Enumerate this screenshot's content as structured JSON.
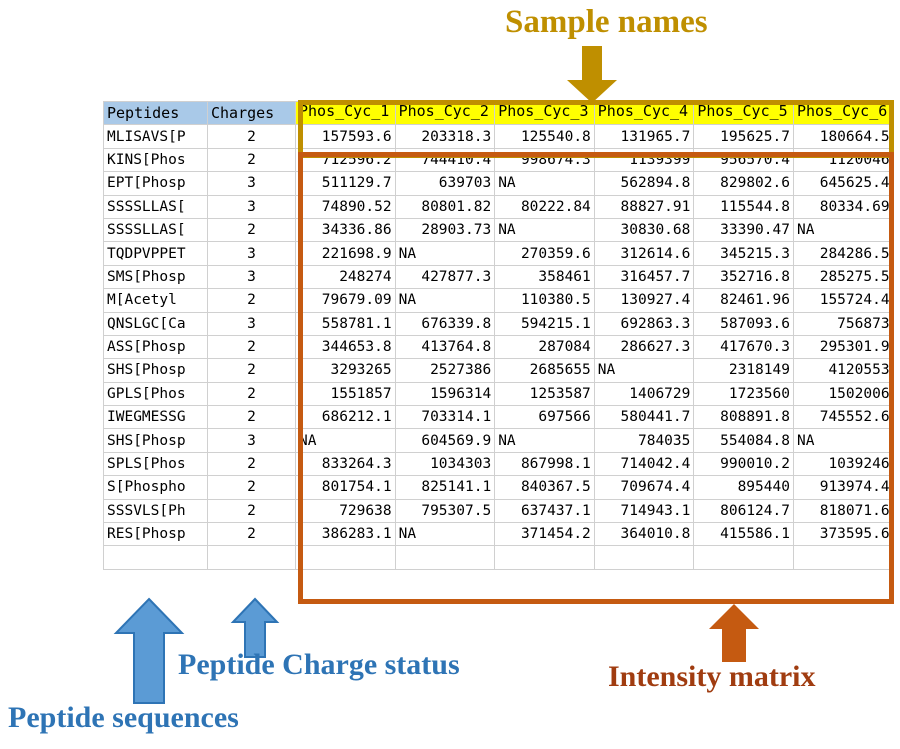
{
  "annotations": {
    "sample_names": {
      "label": "Sample names",
      "color": "#bf8f00"
    },
    "peptide_charge_status": {
      "label": "Peptide Charge status",
      "color": "#2e74b5"
    },
    "peptide_sequences": {
      "label": "Peptide sequences",
      "color": "#2e74b5"
    },
    "intensity_matrix": {
      "label": "Intensity matrix",
      "color": "#c55a11"
    }
  },
  "table": {
    "headers": {
      "peptides": "Peptides",
      "charges": "Charges",
      "samples": [
        "Phos_Cyc_1",
        "Phos_Cyc_2",
        "Phos_Cyc_3",
        "Phos_Cyc_4",
        "Phos_Cyc_5",
        "Phos_Cyc_6"
      ]
    },
    "header_colors": {
      "meta_background": "#a9c9e8",
      "sample_background": "#ffff00"
    },
    "rows": [
      {
        "peptide": "MLISAVS[P",
        "charge": "2",
        "intensities": [
          "157593.6",
          "203318.3",
          "125540.8",
          "131965.7",
          "195625.7",
          "180664.5"
        ]
      },
      {
        "peptide": "KINS[Phos",
        "charge": "2",
        "intensities": [
          "712596.2",
          "744410.4",
          "998674.3",
          "1139399",
          "956570.4",
          "1120046"
        ]
      },
      {
        "peptide": "EPT[Phosp",
        "charge": "3",
        "intensities": [
          "511129.7",
          "639703",
          "NA",
          "562894.8",
          "829802.6",
          "645625.4"
        ]
      },
      {
        "peptide": "SSSSLLAS[",
        "charge": "3",
        "intensities": [
          "74890.52",
          "80801.82",
          "80222.84",
          "88827.91",
          "115544.8",
          "80334.69"
        ]
      },
      {
        "peptide": "SSSSLLAS[",
        "charge": "2",
        "intensities": [
          "34336.86",
          "28903.73",
          "NA",
          "30830.68",
          "33390.47",
          "NA"
        ]
      },
      {
        "peptide": "TQDPVPPET",
        "charge": "3",
        "intensities": [
          "221698.9",
          "NA",
          "270359.6",
          "312614.6",
          "345215.3",
          "284286.5"
        ]
      },
      {
        "peptide": "SMS[Phosp",
        "charge": "3",
        "intensities": [
          "248274",
          "427877.3",
          "358461",
          "316457.7",
          "352716.8",
          "285275.5"
        ]
      },
      {
        "peptide": "M[Acetyl",
        "charge": "2",
        "intensities": [
          "79679.09",
          "NA",
          "110380.5",
          "130927.4",
          "82461.96",
          "155724.4"
        ]
      },
      {
        "peptide": "QNSLGC[Ca",
        "charge": "3",
        "intensities": [
          "558781.1",
          "676339.8",
          "594215.1",
          "692863.3",
          "587093.6",
          "756873"
        ]
      },
      {
        "peptide": "ASS[Phosp",
        "charge": "2",
        "intensities": [
          "344653.8",
          "413764.8",
          "287084",
          "286627.3",
          "417670.3",
          "295301.9"
        ]
      },
      {
        "peptide": "SHS[Phosp",
        "charge": "2",
        "intensities": [
          "3293265",
          "2527386",
          "2685655",
          "NA",
          "2318149",
          "4120553"
        ]
      },
      {
        "peptide": "GPLS[Phos",
        "charge": "2",
        "intensities": [
          "1551857",
          "1596314",
          "1253587",
          "1406729",
          "1723560",
          "1502006"
        ]
      },
      {
        "peptide": "IWEGMESSG",
        "charge": "2",
        "intensities": [
          "686212.1",
          "703314.1",
          "697566",
          "580441.7",
          "808891.8",
          "745552.6"
        ]
      },
      {
        "peptide": "SHS[Phosp",
        "charge": "3",
        "intensities": [
          "NA",
          "604569.9",
          "NA",
          "784035",
          "554084.8",
          "NA"
        ]
      },
      {
        "peptide": "SPLS[Phos",
        "charge": "2",
        "intensities": [
          "833264.3",
          "1034303",
          "867998.1",
          "714042.4",
          "990010.2",
          "1039246"
        ]
      },
      {
        "peptide": "S[Phospho",
        "charge": "2",
        "intensities": [
          "801754.1",
          "825141.1",
          "840367.5",
          "709674.4",
          "895440",
          "913974.4"
        ]
      },
      {
        "peptide": "SSSVLS[Ph",
        "charge": "2",
        "intensities": [
          "729638",
          "795307.5",
          "637437.1",
          "714943.1",
          "806124.7",
          "818071.6"
        ]
      },
      {
        "peptide": "RES[Phosp",
        "charge": "2",
        "intensities": [
          "386283.1",
          "NA",
          "371454.2",
          "364010.8",
          "415586.1",
          "373595.6"
        ]
      }
    ]
  }
}
